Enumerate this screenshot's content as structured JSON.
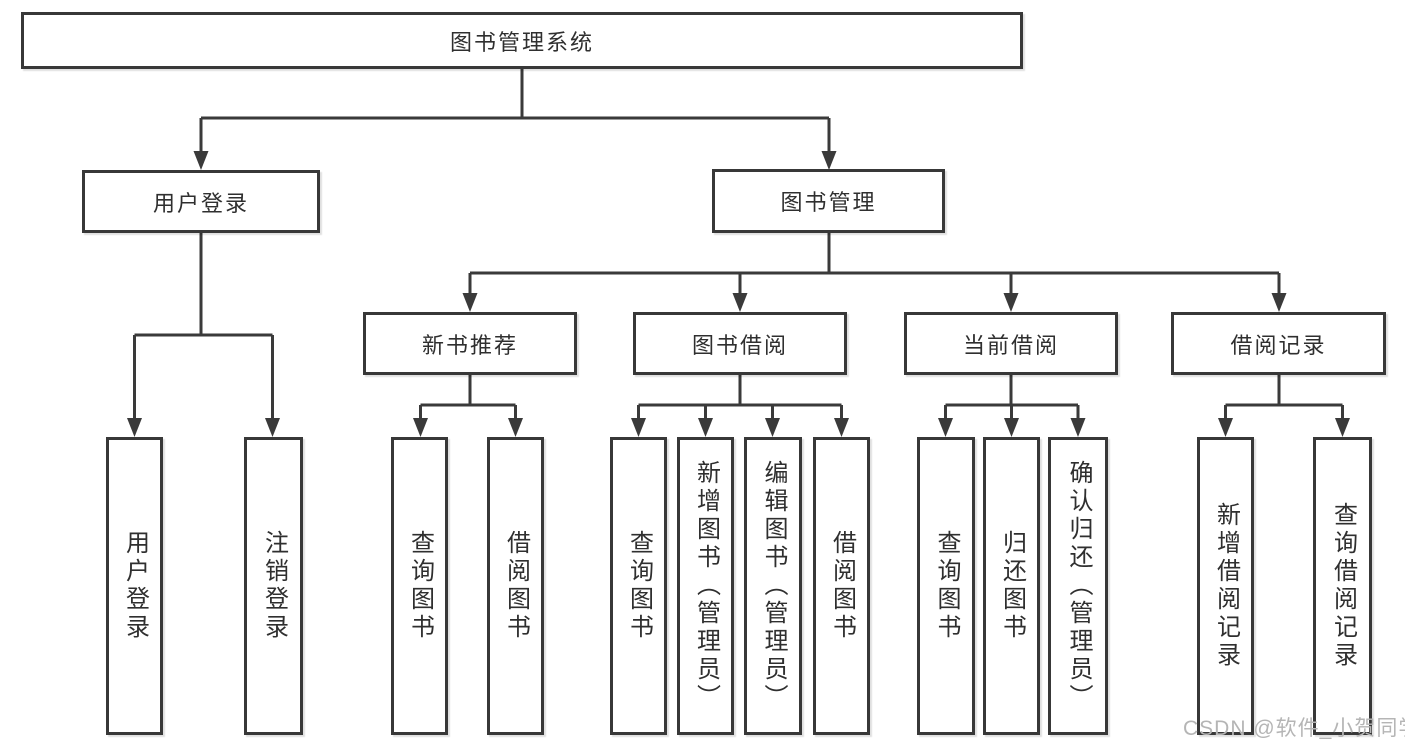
{
  "colors": {
    "background": "#ffffff",
    "line": "#3a3a3a",
    "box_border": "#383838",
    "box_fill": "#ffffff",
    "text": "#2f2f2f",
    "watermark": "#b5b5b5"
  },
  "watermark": {
    "text": "CSDN @软件_小贺同学"
  },
  "tree": {
    "root": {
      "label": "图书管理系统",
      "children": [
        {
          "label": "用户登录",
          "children": [
            {
              "label": "用户登录"
            },
            {
              "label": "注销登录"
            }
          ]
        },
        {
          "label": "图书管理",
          "children": [
            {
              "label": "新书推荐",
              "children": [
                {
                  "label": "查询图书"
                },
                {
                  "label": "借阅图书"
                }
              ]
            },
            {
              "label": "图书借阅",
              "children": [
                {
                  "label": "查询图书"
                },
                {
                  "label": "新增图书（管理员）"
                },
                {
                  "label": "编辑图书（管理员）"
                },
                {
                  "label": "借阅图书"
                }
              ]
            },
            {
              "label": "当前借阅",
              "children": [
                {
                  "label": "查询图书"
                },
                {
                  "label": "归还图书"
                },
                {
                  "label": "确认归还（管理员）"
                }
              ]
            },
            {
              "label": "借阅记录",
              "children": [
                {
                  "label": "新增借阅记录"
                },
                {
                  "label": "查询借阅记录"
                }
              ]
            }
          ]
        }
      ]
    }
  }
}
